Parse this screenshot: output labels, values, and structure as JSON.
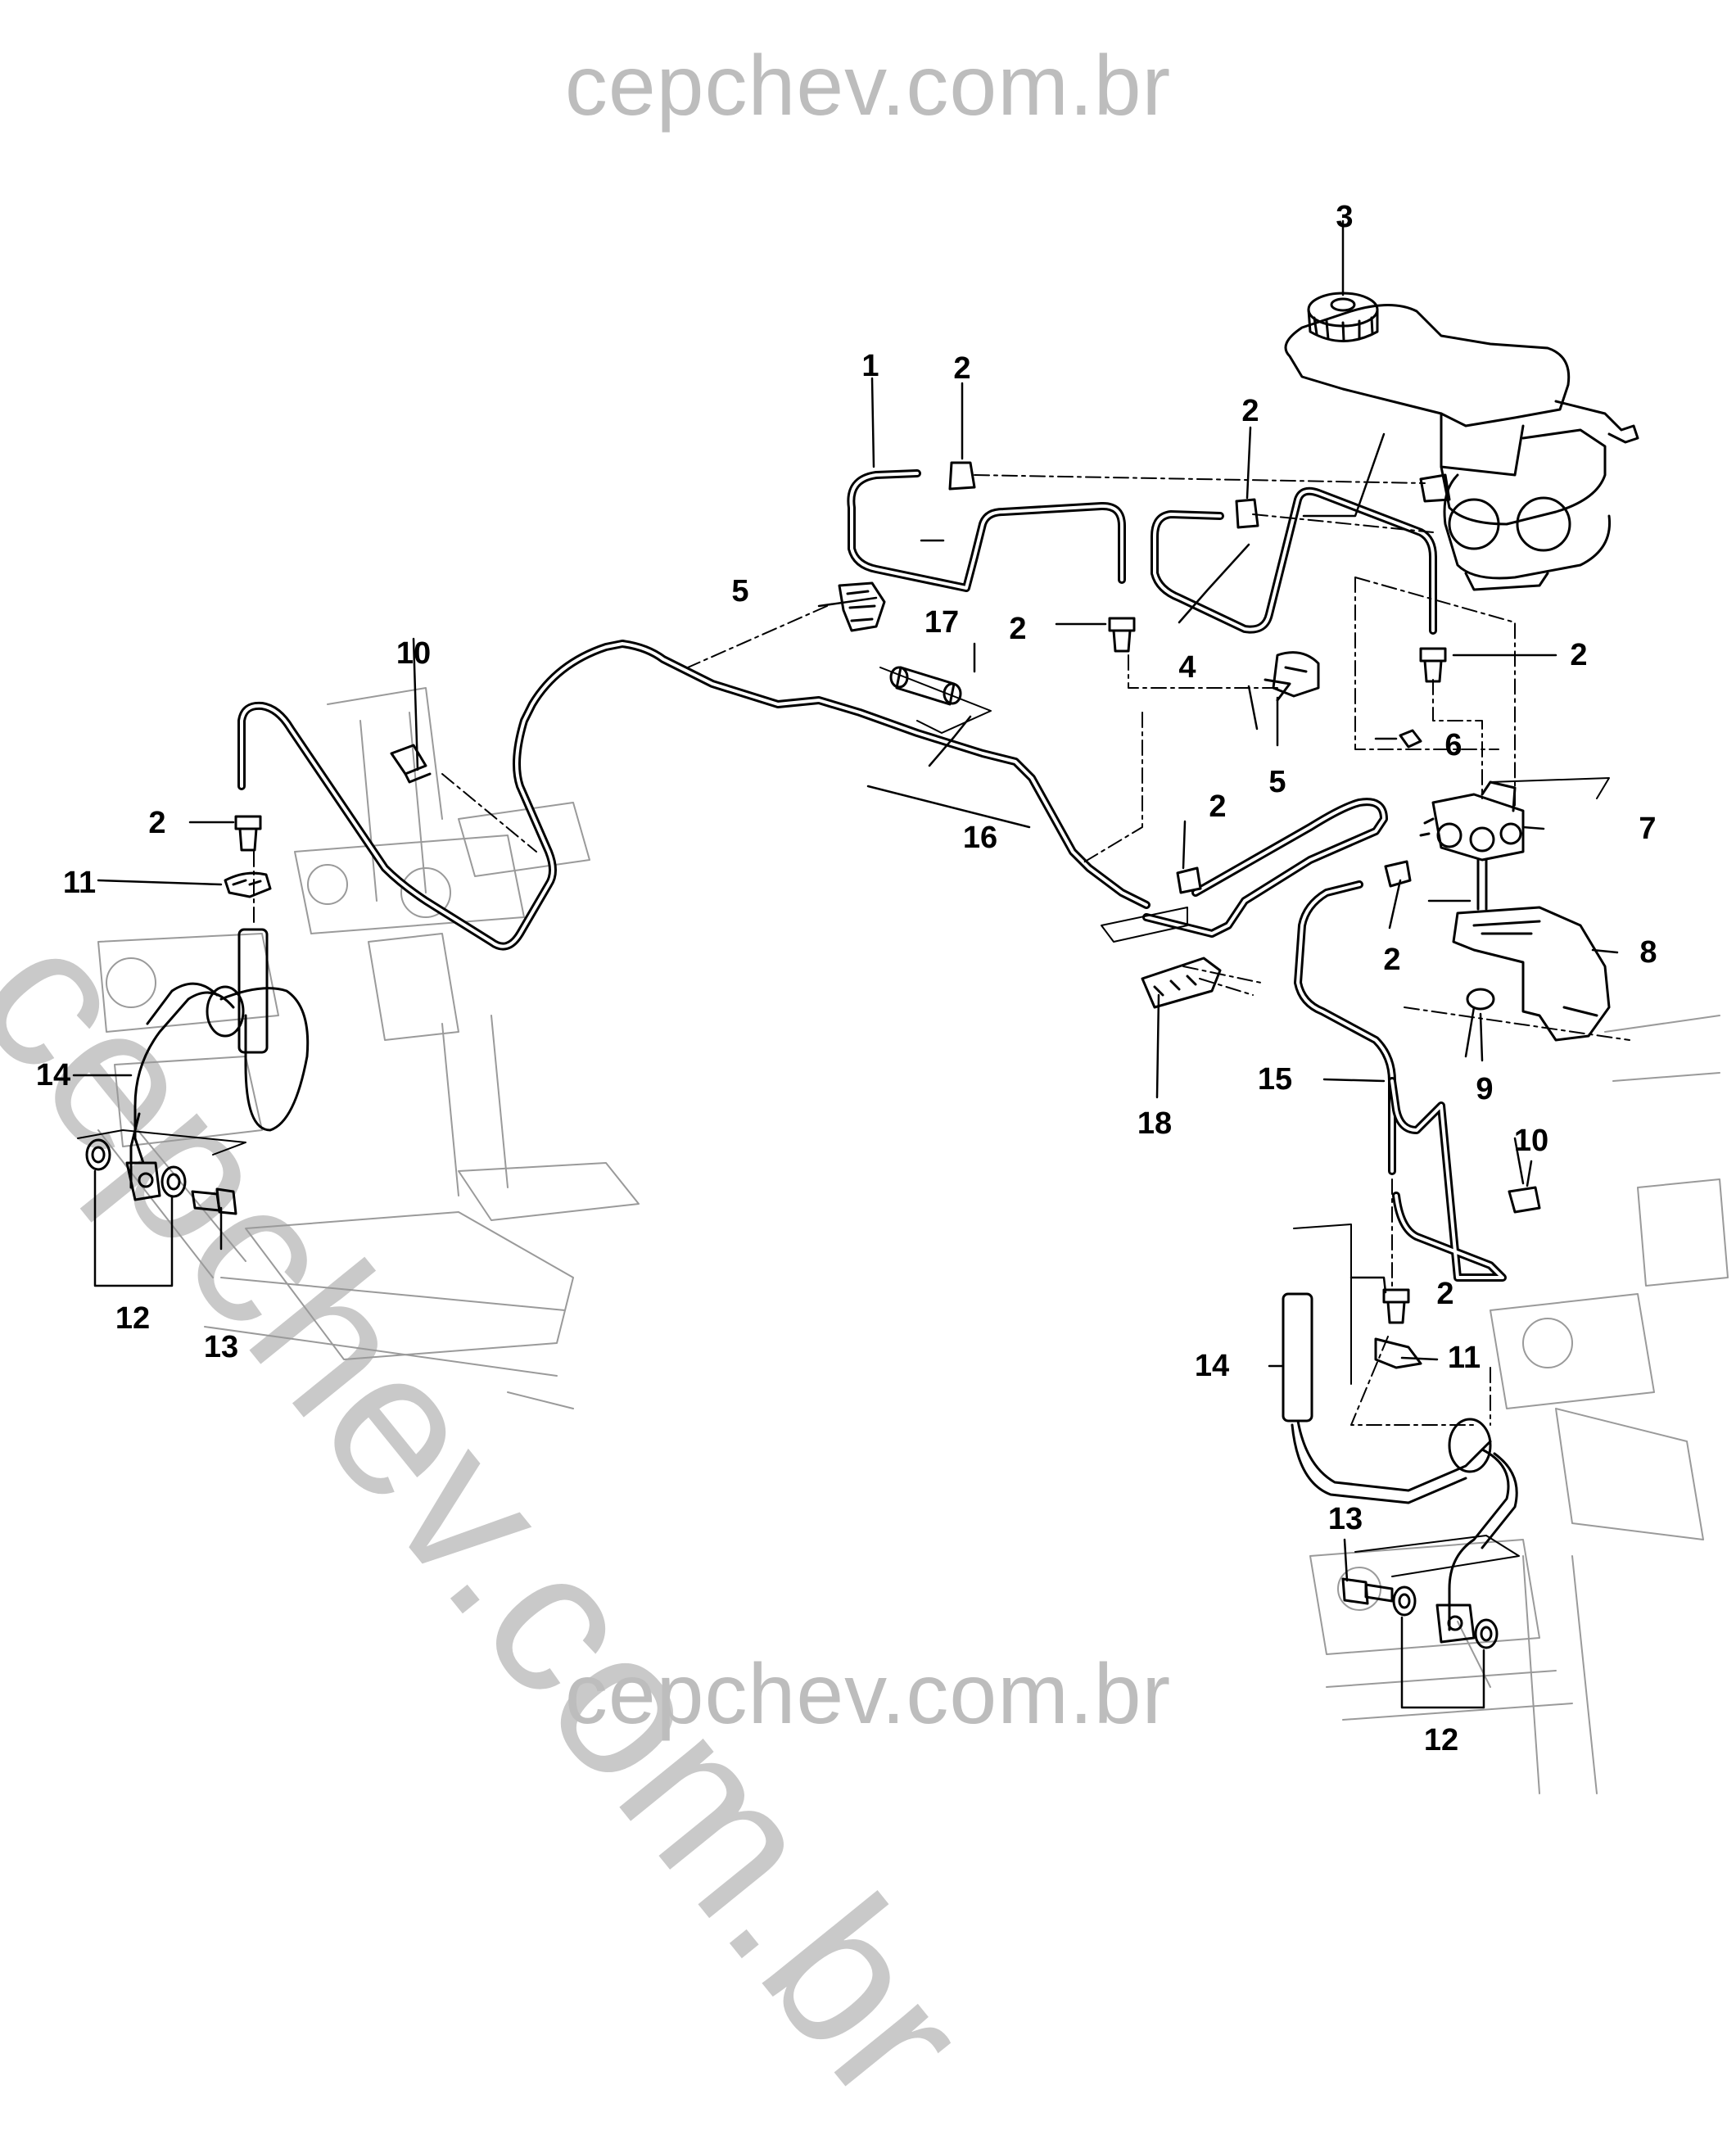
{
  "watermarks": {
    "top": "cepchev.com.br",
    "diagonal": "cepchev.com.br",
    "bottom": "cepchev.com.br"
  },
  "callouts": [
    "1",
    "2",
    "2",
    "2",
    "2",
    "2",
    "2",
    "2",
    "2",
    "3",
    "4",
    "5",
    "5",
    "6",
    "7",
    "8",
    "9",
    "10",
    "10",
    "11",
    "11",
    "12",
    "12",
    "13",
    "13",
    "14",
    "14",
    "15",
    "16",
    "17",
    "18"
  ]
}
